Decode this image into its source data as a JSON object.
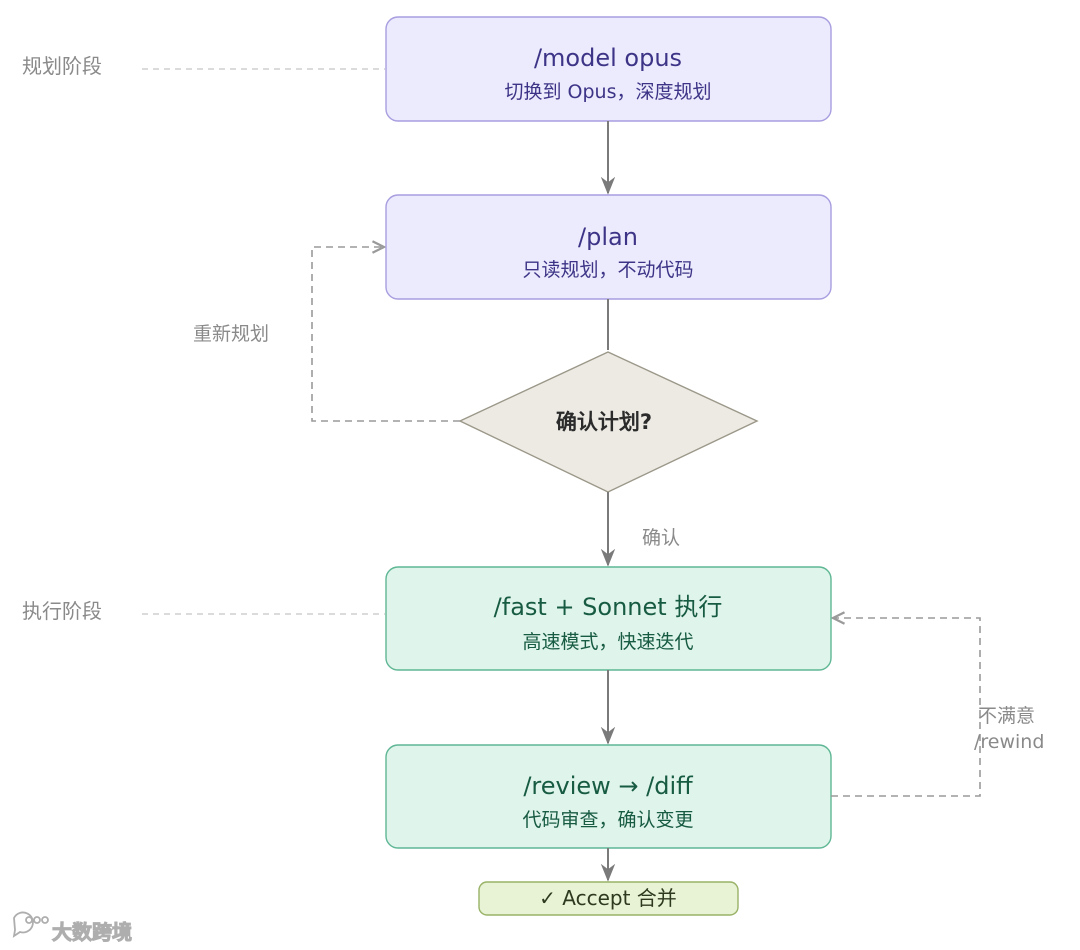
{
  "colors": {
    "plan_fill": "#ebebfd",
    "plan_stroke": "#a89ee0",
    "plan_text": "#3e3487",
    "exec_fill": "#dff4ea",
    "exec_stroke": "#5fb795",
    "exec_text": "#175b43",
    "decision_fill": "#eceae3",
    "decision_stroke": "#9b9789",
    "accept_fill": "#e8f2d4",
    "accept_stroke": "#98b266",
    "arrow": "#7a7a7a",
    "dashed": "#9a9a9a"
  },
  "phases": {
    "planning": "规划阶段",
    "execution": "执行阶段"
  },
  "nodes": {
    "model_opus": {
      "title": "/model opus",
      "subtitle": "切换到 Opus，深度规划"
    },
    "plan": {
      "title": "/plan",
      "subtitle": "只读规划，不动代码"
    },
    "decision": {
      "label": "确认计划?"
    },
    "fast_sonnet": {
      "title": "/fast + Sonnet 执行",
      "subtitle": "高速模式，快速迭代"
    },
    "review": {
      "title": "/review → /diff",
      "subtitle": "代码审查，确认变更"
    },
    "accept": {
      "label": "✓ Accept 合并"
    }
  },
  "edges": {
    "replan": "重新规划",
    "confirm": "确认",
    "unsatisfied_line1": "不满意",
    "unsatisfied_line2": "/rewind"
  },
  "watermark": {
    "text": "大数跨境",
    "logo_icon": "chat-bubble-logo-icon"
  }
}
